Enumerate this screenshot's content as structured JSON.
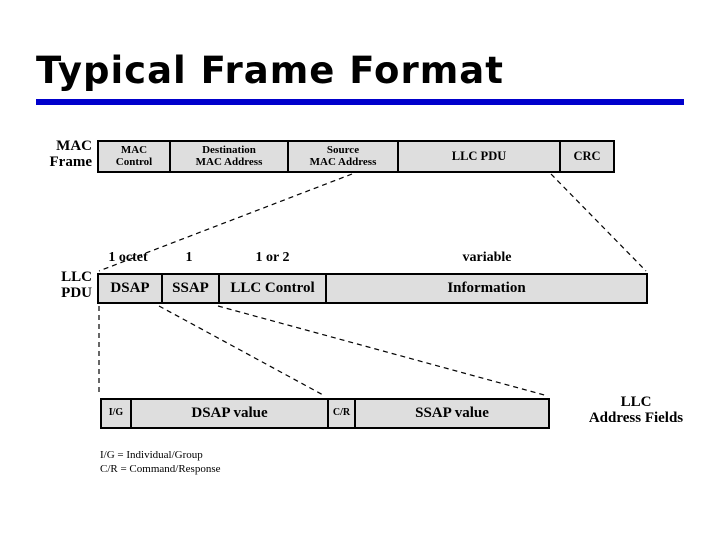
{
  "slide": {
    "title": "Typical Frame Format",
    "accent_color": "#0000CC",
    "cell_fill": "#DEDEDE",
    "border_color": "#000000",
    "background": "#FFFFFF"
  },
  "mac_frame": {
    "label": "MAC\nFrame",
    "cells": [
      {
        "name": "mac-control",
        "text": "MAC\nControl"
      },
      {
        "name": "destination-mac",
        "text": "Destination\nMAC Address"
      },
      {
        "name": "source-mac",
        "text": "Source\nMAC Address"
      },
      {
        "name": "llc-pdu",
        "text": "LLC PDU"
      },
      {
        "name": "crc",
        "text": "CRC"
      }
    ]
  },
  "llc_pdu": {
    "label": "LLC\nPDU",
    "size_labels": [
      {
        "name": "size-dsap",
        "text": "1 octet"
      },
      {
        "name": "size-ssap",
        "text": "1"
      },
      {
        "name": "size-llc-control",
        "text": "1 or 2"
      },
      {
        "name": "size-information",
        "text": "variable"
      }
    ],
    "cells": [
      {
        "name": "dsap",
        "text": "DSAP"
      },
      {
        "name": "ssap",
        "text": "SSAP"
      },
      {
        "name": "llc-control",
        "text": "LLC Control"
      },
      {
        "name": "information",
        "text": "Information"
      }
    ]
  },
  "address_fields": {
    "label": "LLC\nAddress Fields",
    "cells": [
      {
        "name": "ig-bit",
        "text": "I/G"
      },
      {
        "name": "dsap-value",
        "text": "DSAP value"
      },
      {
        "name": "cr-bit",
        "text": "C/R"
      },
      {
        "name": "ssap-value",
        "text": "SSAP value"
      }
    ]
  },
  "footnotes": {
    "text": "I/G = Individual/Group\nC/R = Command/Response"
  }
}
